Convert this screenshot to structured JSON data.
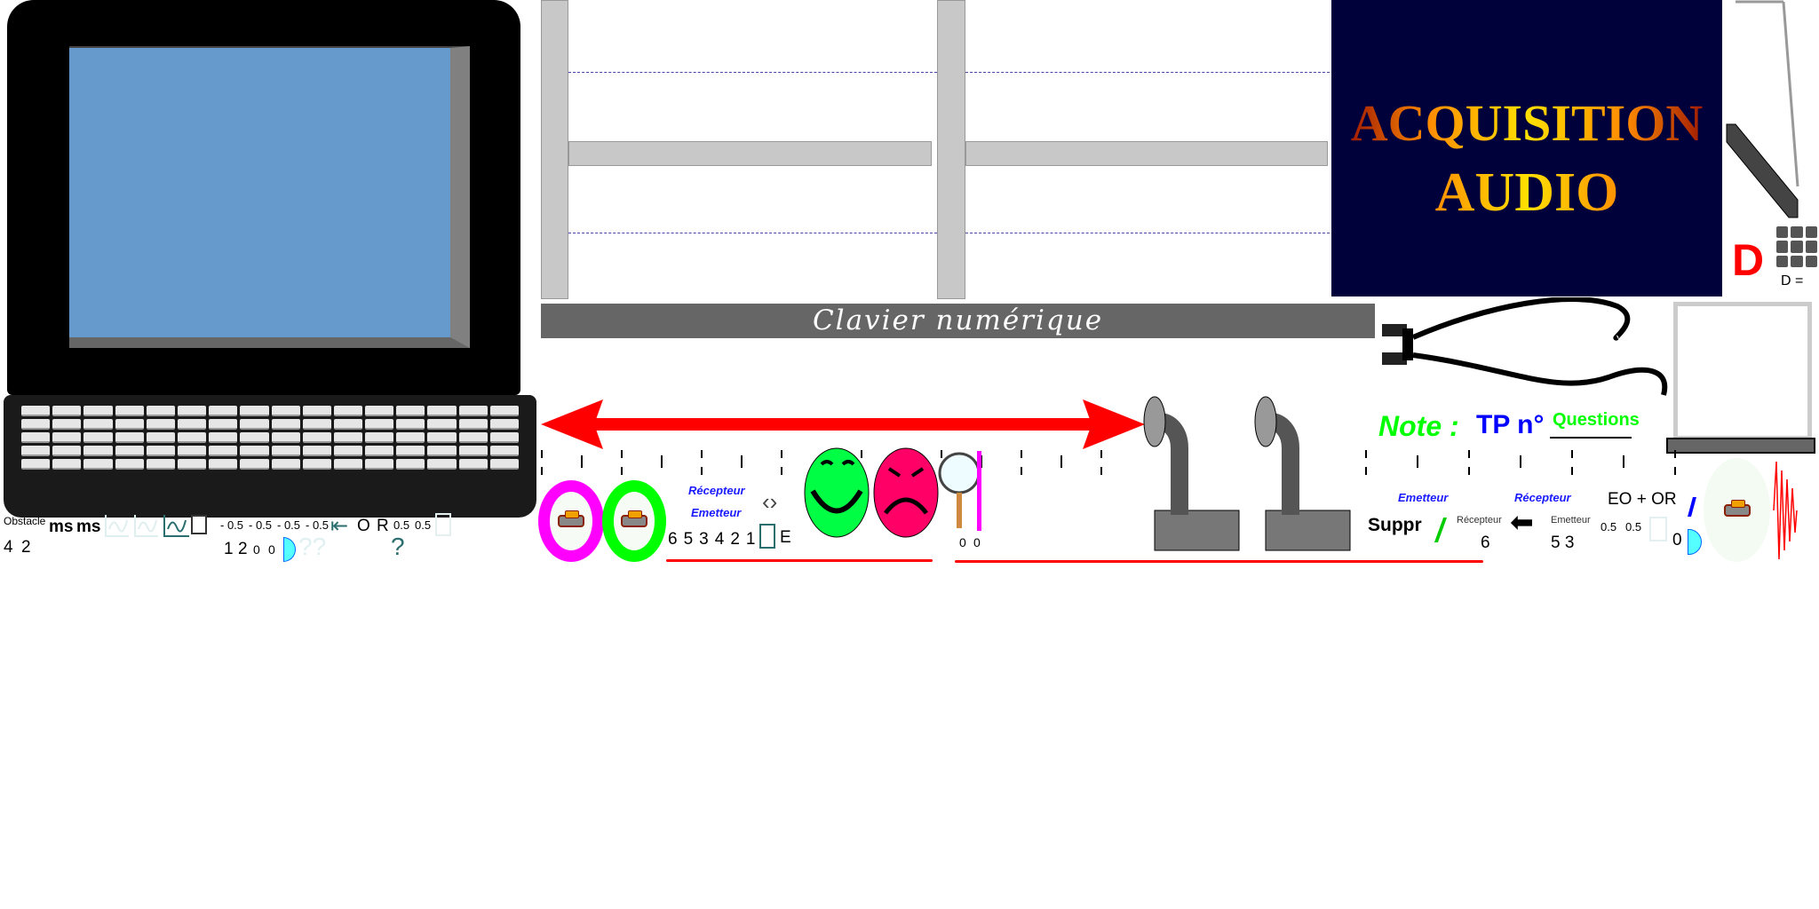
{
  "banner": {
    "line1": "ACQUISITION",
    "line2": "AUDIO"
  },
  "keypad_bar": {
    "label": "Clavier numérique"
  },
  "distance": {
    "symbol": "D",
    "label": "D ="
  },
  "grading": {
    "note": "Note :",
    "tp": "TP n°",
    "questions": "Questions"
  },
  "left_panel": {
    "obstacle": "Obstacle",
    "ms1": "ms",
    "ms2": "ms",
    "offsets": [
      "- 0.5",
      "- 0.5",
      "- 0.5",
      "- 0.5"
    ],
    "o": "O",
    "r": "R",
    "v1": "0.5",
    "v2": "0.5",
    "row2": [
      "4",
      "2"
    ],
    "counts": [
      "1",
      "2",
      "0",
      "0"
    ],
    "qq": "??",
    "q": "?"
  },
  "center_panel": {
    "recepteur": "Récepteur",
    "emetteur": "Emetteur",
    "order": [
      "6",
      "5",
      "3",
      "4",
      "2",
      "1"
    ],
    "e": "E",
    "zeros": [
      "0",
      "0"
    ]
  },
  "right_panel": {
    "emetteur": "Emetteur",
    "recepteur": "Récepteur",
    "eo_or": "EO + OR",
    "suppr": "Suppr",
    "recepteur_small": "Récepteur",
    "emetteur_small": "Emetteur",
    "v1": "0.5",
    "v2": "0.5",
    "six": "6",
    "five_three": "5  3",
    "zero": "0"
  },
  "colors": {
    "magenta": "#ff00ff",
    "green": "#00ff00",
    "red": "#ff0000",
    "blue": "#1a1aff"
  }
}
